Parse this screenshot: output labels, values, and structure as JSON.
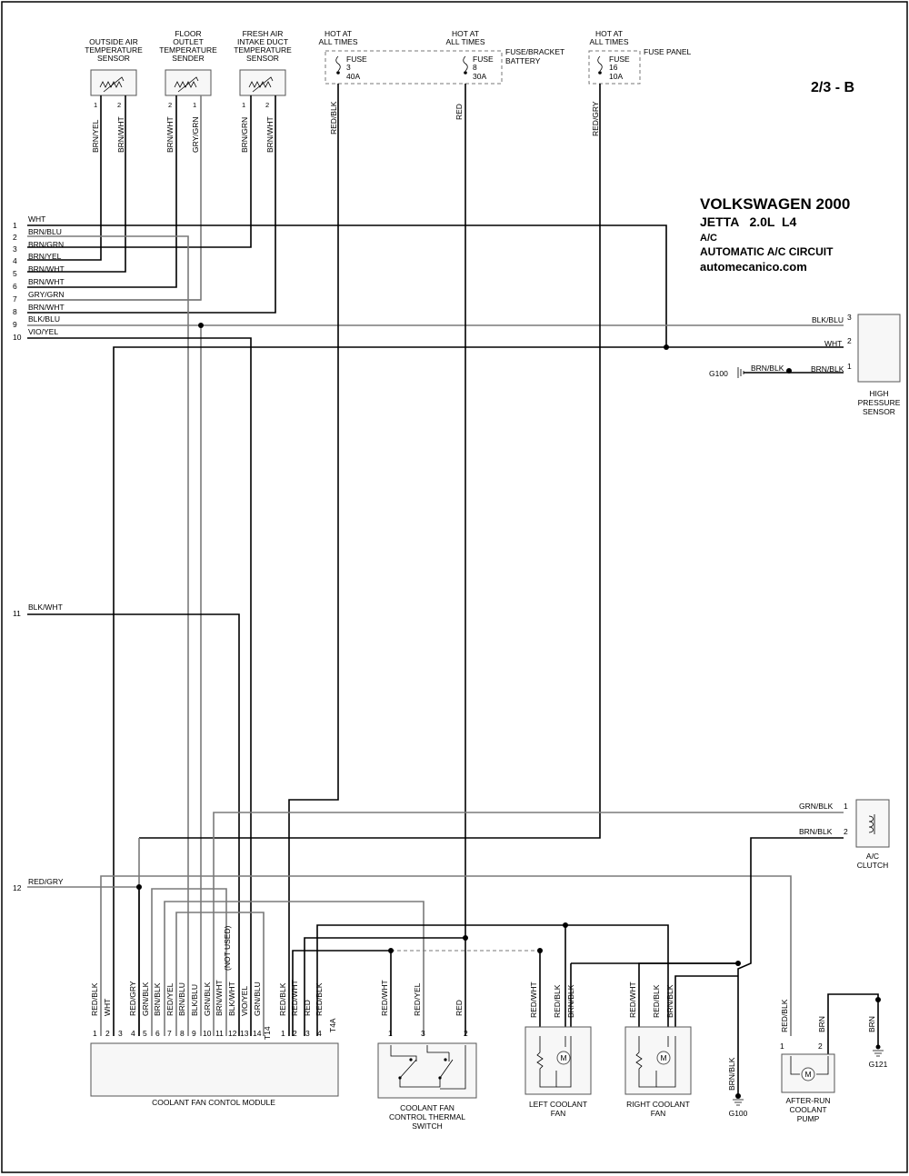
{
  "header": {
    "page_code": "2/3 - B",
    "title_make": "VOLKSWAGEN 2000",
    "title_model": "JETTA   2.0L  L4",
    "title_system": "A/C",
    "title_circuit": "AUTOMATIC A/C CIRCUIT",
    "website": "automecanico.com"
  },
  "sensors": {
    "outside_air": {
      "l1": "OUTSIDE AIR",
      "l2": "TEMPERATURE",
      "l3": "SENSOR",
      "p1": "1",
      "p2": "2",
      "w1": "BRN/YEL",
      "w2": "BRN/WHT"
    },
    "floor_outlet": {
      "l1": "FLOOR",
      "l2": "OUTLET",
      "l3": "TEMPERATURE",
      "l4": "SENDER",
      "p1": "2",
      "p2": "1",
      "w1": "BRN/WHT",
      "w2": "GRY/GRN"
    },
    "fresh_air": {
      "l1": "FRESH AIR",
      "l2": "INTAKE DUCT",
      "l3": "TEMPERATURE",
      "l4": "SENSOR",
      "p1": "1",
      "p2": "2",
      "w1": "BRN/GRN",
      "w2": "BRN/WHT"
    }
  },
  "fuses": {
    "hot_a": "HOT AT",
    "hot_b": "ALL TIMES",
    "f3": {
      "label": "FUSE",
      "num": "3",
      "amp": "40A",
      "wire": "RED/BLK"
    },
    "f8": {
      "label": "FUSE",
      "num": "8",
      "amp": "30A",
      "wire": "RED"
    },
    "f16": {
      "label": "FUSE",
      "num": "16",
      "amp": "10A",
      "wire": "RED/GRY"
    },
    "bracket_l1": "FUSE/BRACKET",
    "bracket_l2": "BATTERY",
    "panel": "FUSE PANEL"
  },
  "bus": [
    {
      "num": "1",
      "wire": "WHT"
    },
    {
      "num": "2",
      "wire": "BRN/BLU"
    },
    {
      "num": "3",
      "wire": "BRN/GRN"
    },
    {
      "num": "4",
      "wire": "BRN/YEL"
    },
    {
      "num": "5",
      "wire": "BRN/WHT"
    },
    {
      "num": "6",
      "wire": "BRN/WHT"
    },
    {
      "num": "7",
      "wire": "GRY/GRN"
    },
    {
      "num": "8",
      "wire": "BRN/WHT"
    },
    {
      "num": "9",
      "wire": "BLK/BLU"
    },
    {
      "num": "10",
      "wire": "VIO/YEL"
    },
    {
      "num": "11",
      "wire": "BLK/WHT"
    },
    {
      "num": "12",
      "wire": "RED/GRY"
    }
  ],
  "hp_sensor": {
    "l1": "HIGH",
    "l2": "PRESSURE",
    "l3": "SENSOR",
    "pin3": "3",
    "pin2": "2",
    "pin1": "1",
    "w3": "BLK/BLU",
    "w2": "WHT",
    "w1": "BRN/BLK",
    "ground": "G100",
    "ground_wire": "BRN/BLK"
  },
  "clutch": {
    "l1": "A/C",
    "l2": "CLUTCH",
    "pin1": "1",
    "pin2": "2",
    "w1": "GRN/BLK",
    "w2": "BRN/BLK"
  },
  "module": {
    "name": "COOLANT FAN CONTOL MODULE",
    "pins": [
      {
        "num": "1",
        "wire": "RED/BLK"
      },
      {
        "num": "2",
        "wire": "WHT"
      },
      {
        "num": "3",
        "wire": ""
      },
      {
        "num": "4",
        "wire": "RED/GRY"
      },
      {
        "num": "5",
        "wire": "GRN/BLK"
      },
      {
        "num": "6",
        "wire": "BRN/BLK"
      },
      {
        "num": "7",
        "wire": "RED/YEL"
      },
      {
        "num": "8",
        "wire": "BRN/BLU"
      },
      {
        "num": "9",
        "wire": "BLK/BLU"
      },
      {
        "num": "10",
        "wire": "GRN/BLK"
      },
      {
        "num": "11",
        "wire": "BRN/WHT"
      },
      {
        "num": "12",
        "wire": "BLK/WHT"
      },
      {
        "num": "13",
        "wire": "VIO/YEL"
      },
      {
        "num": "14",
        "wire": "GRN/BLU"
      }
    ],
    "conn_a": "T14",
    "pins_b": [
      {
        "num": "1",
        "wire": "RED/BLK"
      },
      {
        "num": "2",
        "wire": "RED/WHT"
      },
      {
        "num": "3",
        "wire": "RED"
      },
      {
        "num": "4",
        "wire": "RED/BLK"
      }
    ],
    "conn_b": "T4A",
    "not_used": "(NOT USED)"
  },
  "thermal_switch": {
    "l1": "COOLANT FAN",
    "l2": "CONTROL THERMAL",
    "l3": "SWITCH",
    "p1": "1",
    "p3": "3",
    "p2": "2",
    "w1": "RED/WHT",
    "w3": "RED/YEL",
    "w2": "RED"
  },
  "left_fan": {
    "l1": "LEFT COOLANT",
    "l2": "FAN",
    "w1": "RED/WHT",
    "w2": "RED/BLK",
    "w3": "BRN/BLK",
    "motor": "M"
  },
  "right_fan": {
    "l1": "RIGHT COOLANT",
    "l2": "FAN",
    "w1": "RED/WHT",
    "w2": "RED/BLK",
    "w3": "BRN/BLK",
    "motor": "M"
  },
  "g100_bottom": {
    "label": "G100",
    "wire": "BRN/BLK"
  },
  "pump": {
    "l1": "AFTER-RUN",
    "l2": "COOLANT",
    "l3": "PUMP",
    "p1": "1",
    "p2": "2",
    "w1": "RED/BLK",
    "w2": "BRN",
    "motor": "M"
  },
  "g121": {
    "label": "G121",
    "wire": "BRN"
  }
}
